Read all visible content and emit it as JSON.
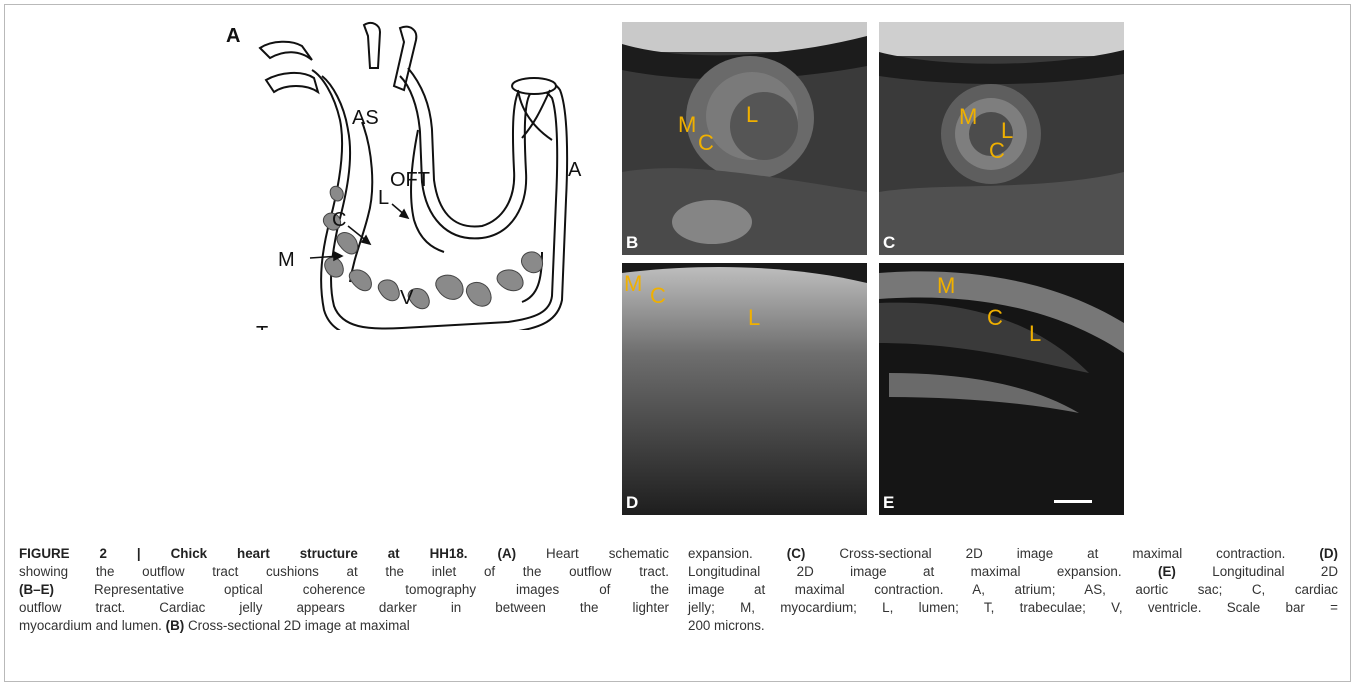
{
  "schematic": {
    "panel_label": "A",
    "labels": {
      "as": "AS",
      "l": "L",
      "oft": "OFT",
      "c": "C",
      "m": "M",
      "a": "A",
      "v": "V",
      "t": "T"
    }
  },
  "panels": [
    {
      "id": "B",
      "letter": "B",
      "overlay": [
        "M",
        "C",
        "L"
      ]
    },
    {
      "id": "C",
      "letter": "C",
      "overlay": [
        "M",
        "L",
        "C"
      ]
    },
    {
      "id": "D",
      "letter": "D",
      "overlay": [
        "M",
        "C",
        "L"
      ]
    },
    {
      "id": "E",
      "letter": "E",
      "overlay": [
        "M",
        "C",
        "L"
      ]
    }
  ],
  "caption": {
    "col1": [
      {
        "parts": [
          {
            "b": "FIGURE 2 | Chick heart structure at HH18. (A)"
          },
          {
            "t": " Heart schematic"
          }
        ]
      },
      {
        "parts": [
          {
            "t": "showing the outflow tract cushions at the inlet of the outflow tract."
          }
        ]
      },
      {
        "parts": [
          {
            "b": "(B–E)"
          },
          {
            "t": " Representative optical coherence tomography images of the"
          }
        ]
      },
      {
        "parts": [
          {
            "t": "outflow tract. Cardiac jelly appears darker in between the lighter"
          }
        ]
      },
      {
        "parts": [
          {
            "t": "myocardium and lumen. "
          },
          {
            "b": "(B)"
          },
          {
            "t": " Cross-sectional 2D image at maximal"
          }
        ]
      }
    ],
    "col2": [
      {
        "parts": [
          {
            "t": "expansion. "
          },
          {
            "b": "(C)"
          },
          {
            "t": " Cross-sectional 2D image at maximal contraction. "
          },
          {
            "b": "(D)"
          }
        ]
      },
      {
        "parts": [
          {
            "t": "Longitudinal 2D image at maximal expansion. "
          },
          {
            "b": "(E)"
          },
          {
            "t": " Longitudinal 2D"
          }
        ]
      },
      {
        "parts": [
          {
            "t": "image at maximal contraction. A, atrium; AS, aortic sac; C, cardiac"
          }
        ]
      },
      {
        "parts": [
          {
            "t": "jelly; M, myocardium; L, lumen; T, trabeculae; V, ventricle. Scale bar ="
          }
        ]
      },
      {
        "parts": [
          {
            "t": "200 microns."
          }
        ]
      }
    ]
  }
}
